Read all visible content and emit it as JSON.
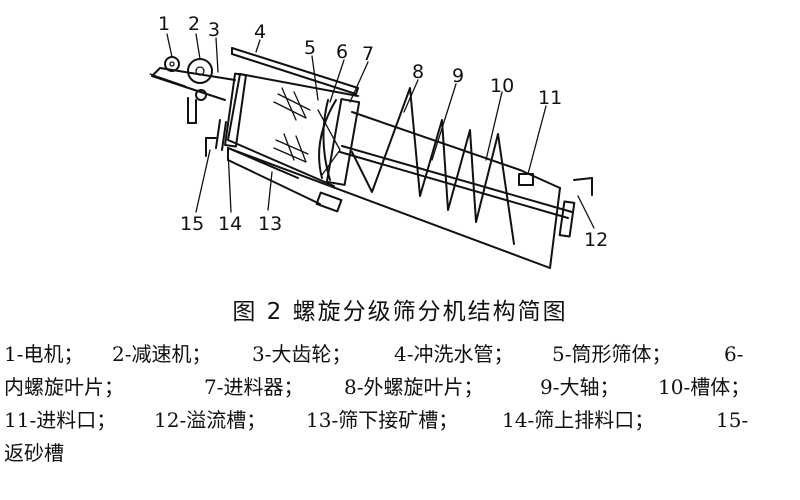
{
  "diagram": {
    "part_numbers": [
      "1",
      "2",
      "3",
      "4",
      "5",
      "6",
      "7",
      "8",
      "9",
      "10",
      "11",
      "12",
      "13",
      "14",
      "15"
    ]
  },
  "caption": "图 2   螺旋分级筛分机结构简图",
  "legend": {
    "line1": [
      "1-电机；",
      "2-减速机；",
      "3-大齿轮；",
      "4-冲洗水管；",
      "5-筒形筛体；",
      "6-"
    ],
    "line2": [
      "内螺旋叶片；",
      "7-进料器；",
      "8-外螺旋叶片；",
      "9-大轴；",
      "10-槽体；"
    ],
    "line3": [
      "11-进料口；",
      "12-溢流槽；",
      "13-筛下接矿槽；",
      "14-筛上排料口；",
      "15-"
    ],
    "line4": [
      "返砂槽"
    ]
  }
}
